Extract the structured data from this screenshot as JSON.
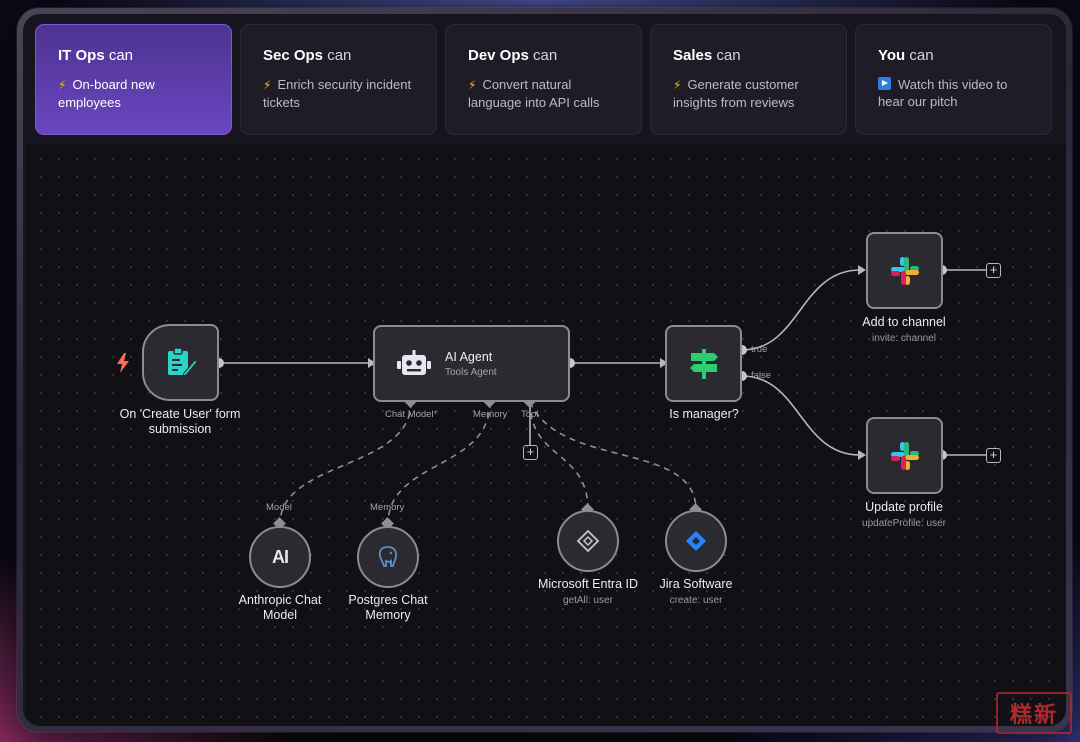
{
  "tabs": [
    {
      "team": "IT Ops",
      "suffix": "can",
      "icon": "lightning-icon",
      "desc": "On-board new employees",
      "active": true
    },
    {
      "team": "Sec Ops",
      "suffix": "can",
      "icon": "lightning-icon",
      "desc": "Enrich security incident tickets",
      "active": false
    },
    {
      "team": "Dev Ops",
      "suffix": "can",
      "icon": "lightning-icon",
      "desc": "Convert natural language into API calls",
      "active": false
    },
    {
      "team": "Sales",
      "suffix": "can",
      "icon": "lightning-icon",
      "desc": "Generate customer insights from reviews",
      "active": false
    },
    {
      "team": "You",
      "suffix": "can",
      "icon": "play-icon",
      "desc": "Watch this video to hear our pitch",
      "active": false
    }
  ],
  "workflow": {
    "trigger": {
      "line1": "On 'Create User' form",
      "line2": "submission"
    },
    "agent": {
      "title": "AI Agent",
      "subtitle": "Tools Agent",
      "ports": {
        "chat_model": "Chat Model",
        "required_mark": "*",
        "memory": "Memory",
        "tool": "Tool"
      }
    },
    "switch": {
      "title": "Is manager?",
      "true_label": "true",
      "false_label": "false"
    },
    "add_channel": {
      "title": "Add to channel",
      "subtitle": "invite: channel"
    },
    "update_profile": {
      "title": "Update profile",
      "subtitle": "updateProfile: user"
    },
    "anthropic": {
      "port": "Model",
      "line1": "Anthropic Chat",
      "line2": "Model",
      "logo": "AI"
    },
    "postgres": {
      "port": "Memory",
      "line1": "Postgres Chat",
      "line2": "Memory"
    },
    "entra": {
      "title": "Microsoft Entra ID",
      "subtitle": "getAll: user"
    },
    "jira": {
      "title": "Jira Software",
      "subtitle": "create: user"
    }
  },
  "watermark": "糕新",
  "colors": {
    "accent": "#6a46c0",
    "trigger": "#ff6d5a",
    "switch": "#2ecc71",
    "jira": "#2684ff",
    "form": "#2ad4c8"
  }
}
